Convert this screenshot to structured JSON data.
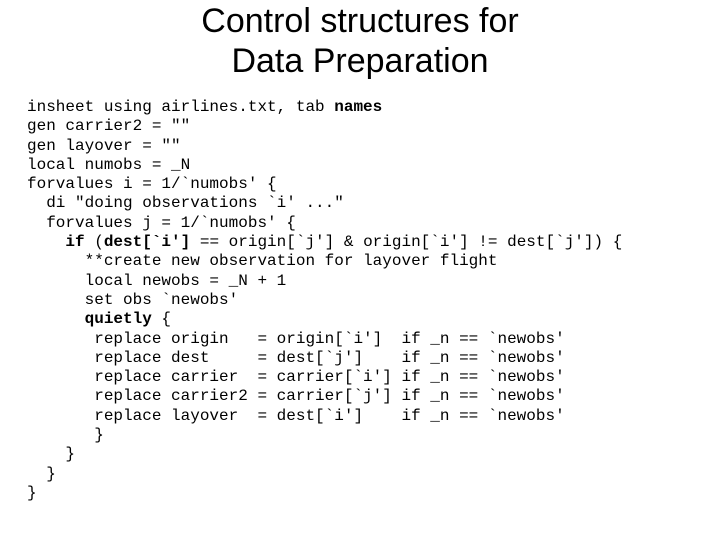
{
  "colors": {
    "background": "#ffffff",
    "text": "#000000"
  },
  "title": {
    "line1": "Control structures for",
    "line2": "Data Preparation"
  },
  "code": {
    "language": "stata",
    "lines": [
      [
        {
          "text": "insheet using airlines.txt, tab ",
          "bold": false
        },
        {
          "text": "names",
          "bold": true
        }
      ],
      [
        {
          "text": "gen carrier2 = \"\"",
          "bold": false
        }
      ],
      [
        {
          "text": "gen layover = \"\"",
          "bold": false
        }
      ],
      [
        {
          "text": "local numobs = _N",
          "bold": false
        }
      ],
      [
        {
          "text": "forvalues i = 1/`numobs' {",
          "bold": false
        }
      ],
      [
        {
          "text": "  di \"doing observations `i' ...\"",
          "bold": false
        }
      ],
      [
        {
          "text": "  forvalues j = 1/`numobs' {",
          "bold": false
        }
      ],
      [
        {
          "text": "    ",
          "bold": false
        },
        {
          "text": "if",
          "bold": true
        },
        {
          "text": " (",
          "bold": false
        },
        {
          "text": "dest[`i']",
          "bold": true
        },
        {
          "text": " == origin[`j'] & origin[`i'] != dest[`j']) {",
          "bold": false
        }
      ],
      [
        {
          "text": "      **create new observation for layover flight",
          "bold": false
        }
      ],
      [
        {
          "text": "      local newobs = _N + 1",
          "bold": false
        }
      ],
      [
        {
          "text": "      set obs `newobs'",
          "bold": false
        }
      ],
      [
        {
          "text": "      ",
          "bold": false
        },
        {
          "text": "quietly",
          "bold": true
        },
        {
          "text": " {",
          "bold": false
        }
      ],
      [
        {
          "text": "       replace origin   = origin[`i']  if _n == `newobs'",
          "bold": false
        }
      ],
      [
        {
          "text": "       replace dest     = dest[`j']    if _n == `newobs'",
          "bold": false
        }
      ],
      [
        {
          "text": "       replace carrier  = carrier[`i'] if _n == `newobs'",
          "bold": false
        }
      ],
      [
        {
          "text": "       replace carrier2 = carrier[`j'] if _n == `newobs'",
          "bold": false
        }
      ],
      [
        {
          "text": "       replace layover  = dest[`i']    if _n == `newobs'",
          "bold": false
        }
      ],
      [
        {
          "text": "       }",
          "bold": false
        }
      ],
      [
        {
          "text": "    }",
          "bold": false
        }
      ],
      [
        {
          "text": "  }",
          "bold": false
        }
      ],
      [
        {
          "text": "}",
          "bold": false
        }
      ]
    ]
  }
}
